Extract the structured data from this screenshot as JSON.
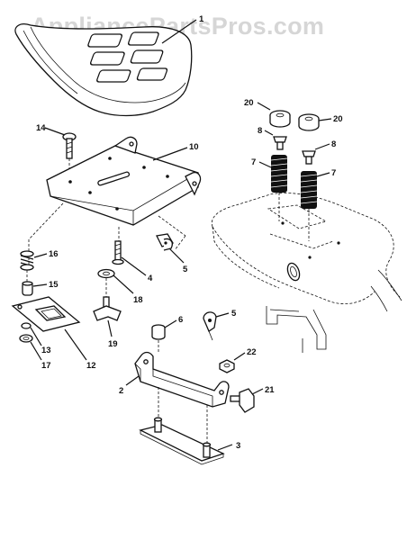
{
  "watermark": "AppliancePartsPros.com",
  "callouts": {
    "seat": "1",
    "seat_pan": "10",
    "bolt_14": "14",
    "spacer_20_left": "20",
    "spacer_20_right": "20",
    "nut_8_left": "8",
    "nut_8_right": "8",
    "spring_7_left": "7",
    "spring_7_right": "7",
    "spring_16": "16",
    "bushing_15": "15",
    "plate_12": "12",
    "nut_13": "13",
    "washer_17": "17",
    "knob_19": "19",
    "washer_18": "18",
    "bolt_4": "4",
    "clip_5_upper": "5",
    "clip_5_lower": "5",
    "nut_6": "6",
    "bracket_2": "2",
    "nut_22": "22",
    "bolt_21": "21",
    "plate_3": "3"
  }
}
